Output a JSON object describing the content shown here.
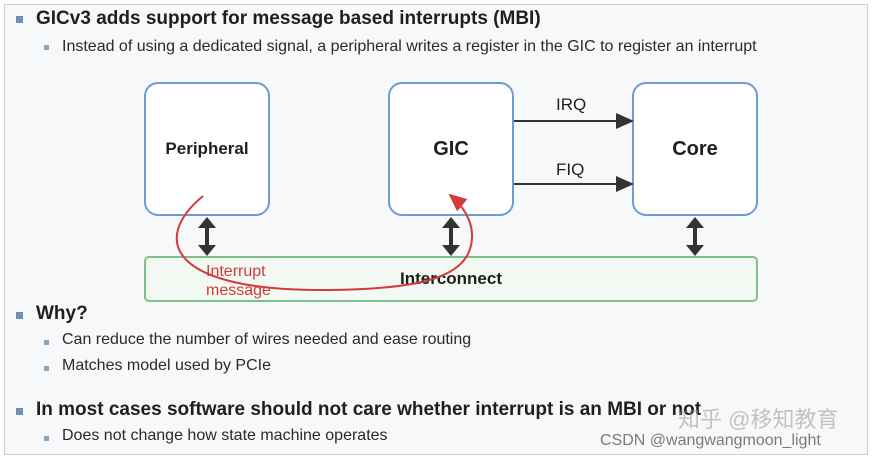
{
  "slide": {
    "heading1": "GICv3 adds support for message based interrupts (MBI)",
    "heading1_sub": "Instead of using a dedicated signal, a peripheral writes a register in the GIC to register an interrupt",
    "heading2": "Why?",
    "heading2_subs": [
      "Can reduce the number of wires needed and ease routing",
      "Matches model used by PCIe"
    ],
    "heading3": "In most cases software should not care whether interrupt is an MBI or not",
    "heading3_sub": "Does not change how state machine operates"
  },
  "diagram": {
    "nodes": {
      "peripheral": "Peripheral",
      "gic": "GIC",
      "core": "Core",
      "interconnect": "Interconnect"
    },
    "edges": {
      "irq": "IRQ",
      "fiq": "FIQ"
    },
    "annotation": {
      "line1": "Interrupt",
      "line2": "message"
    },
    "colors": {
      "node_border": "#6e9bd3",
      "bus_border": "#7dc08a",
      "annotation": "#d33a3a"
    }
  },
  "watermarks": {
    "zhihu": "知乎 @移知教育",
    "csdn": "CSDN @wangwangmoon_light"
  }
}
